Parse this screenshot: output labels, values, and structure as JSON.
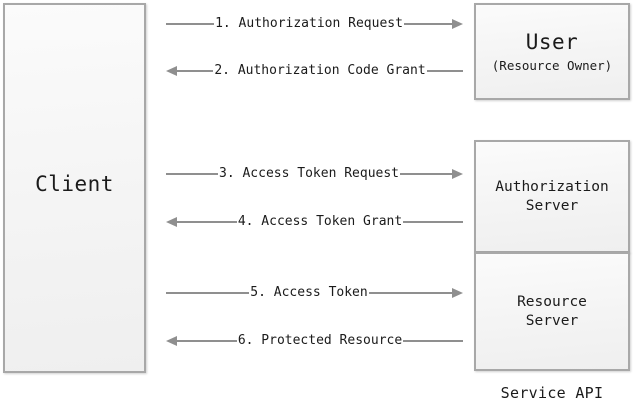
{
  "diagram": {
    "title_caption": "Service API",
    "nodes": [
      {
        "id": "client",
        "title": "Client",
        "subtitle": ""
      },
      {
        "id": "user",
        "title": "User",
        "subtitle": "(Resource Owner)"
      },
      {
        "id": "authorization-server",
        "title": "Authorization Server",
        "line1": "Authorization",
        "line2": "Server"
      },
      {
        "id": "resource-server",
        "title": "Resource Server",
        "line1": "Resource",
        "line2": "Server"
      }
    ],
    "flows": [
      {
        "step": "1",
        "label": "1. Authorization Request",
        "direction": "right"
      },
      {
        "step": "2",
        "label": "2. Authorization Code Grant",
        "direction": "left"
      },
      {
        "step": "3",
        "label": "3. Access Token Request",
        "direction": "right"
      },
      {
        "step": "4",
        "label": "4. Access Token Grant",
        "direction": "left"
      },
      {
        "step": "5",
        "label": "5. Access Token",
        "direction": "right"
      },
      {
        "step": "6",
        "label": "6. Protected Resource",
        "direction": "left"
      }
    ],
    "colors": {
      "box_border": "#a8a8a8",
      "box_fill": "#f6f6f6",
      "arrow": "#8f8f8f",
      "text": "#1b1b1b",
      "background": "#ffffff"
    }
  }
}
